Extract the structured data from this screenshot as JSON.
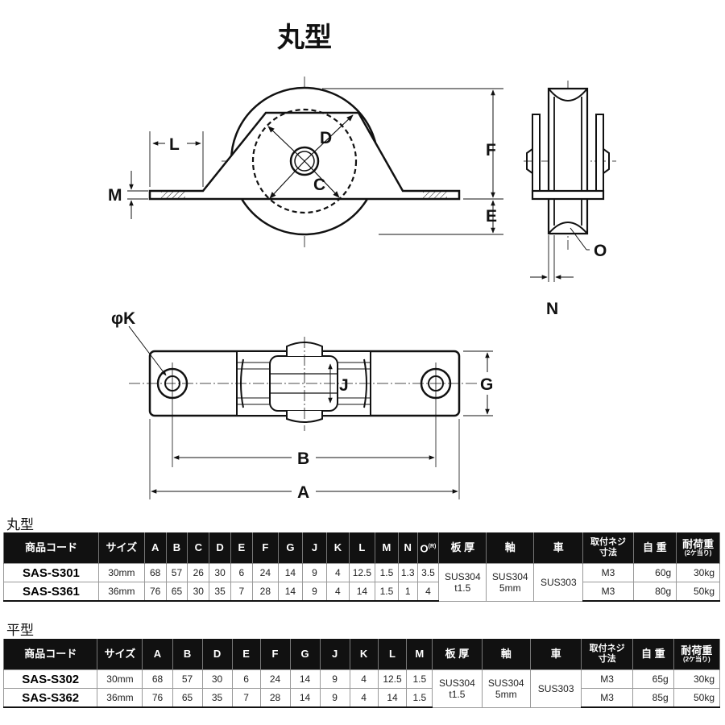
{
  "title": "丸型",
  "diagram_labels": {
    "D": "D",
    "C": "C",
    "L": "L",
    "M": "M",
    "F": "F",
    "E": "E",
    "O": "O",
    "N": "N",
    "K": "φK",
    "J": "J",
    "G": "G",
    "B": "B",
    "A": "A"
  },
  "round_section": {
    "label": "丸型",
    "headers": [
      "商品コード",
      "サイズ",
      "A",
      "B",
      "C",
      "D",
      "E",
      "F",
      "G",
      "J",
      "K",
      "L",
      "M",
      "N",
      "O",
      "(R)",
      "板 厚",
      "軸",
      "車",
      "取付ネジ",
      "寸法",
      "自 重",
      "耐荷重",
      "(2ケ当り)"
    ],
    "rows": [
      {
        "code": "SAS-S301",
        "size": "30mm",
        "A": "68",
        "B": "57",
        "C": "26",
        "D": "30",
        "E": "6",
        "F": "24",
        "G": "14",
        "J": "9",
        "K": "4",
        "L": "12.5",
        "M": "1.5",
        "N": "1.3",
        "O": "3.5",
        "screw": "M3",
        "weight": "60g",
        "load": "30kg"
      },
      {
        "code": "SAS-S361",
        "size": "36mm",
        "A": "76",
        "B": "65",
        "C": "30",
        "D": "35",
        "E": "7",
        "F": "28",
        "G": "14",
        "J": "9",
        "K": "4",
        "L": "14",
        "M": "1.5",
        "N": "1",
        "O": "4",
        "screw": "M3",
        "weight": "80g",
        "load": "50kg"
      }
    ],
    "plate": [
      "SUS304",
      "t1.5"
    ],
    "shaft": [
      "SUS304",
      "5mm"
    ],
    "wheel": "SUS303"
  },
  "flat_section": {
    "label": "平型",
    "headers": [
      "商品コード",
      "サイズ",
      "A",
      "B",
      "D",
      "E",
      "F",
      "G",
      "J",
      "K",
      "L",
      "M",
      "板 厚",
      "軸",
      "車",
      "取付ネジ",
      "寸法",
      "自 重",
      "耐荷重",
      "(2ケ当り)"
    ],
    "rows": [
      {
        "code": "SAS-S302",
        "size": "30mm",
        "A": "68",
        "B": "57",
        "D": "30",
        "E": "6",
        "F": "24",
        "G": "14",
        "J": "9",
        "K": "4",
        "L": "12.5",
        "M": "1.5",
        "screw": "M3",
        "weight": "65g",
        "load": "30kg"
      },
      {
        "code": "SAS-S362",
        "size": "36mm",
        "A": "76",
        "B": "65",
        "D": "35",
        "E": "7",
        "F": "28",
        "G": "14",
        "J": "9",
        "K": "4",
        "L": "14",
        "M": "1.5",
        "screw": "M3",
        "weight": "85g",
        "load": "50kg"
      }
    ],
    "plate": [
      "SUS304",
      "t1.5"
    ],
    "shaft": [
      "SUS304",
      "5mm"
    ],
    "wheel": "SUS303"
  }
}
